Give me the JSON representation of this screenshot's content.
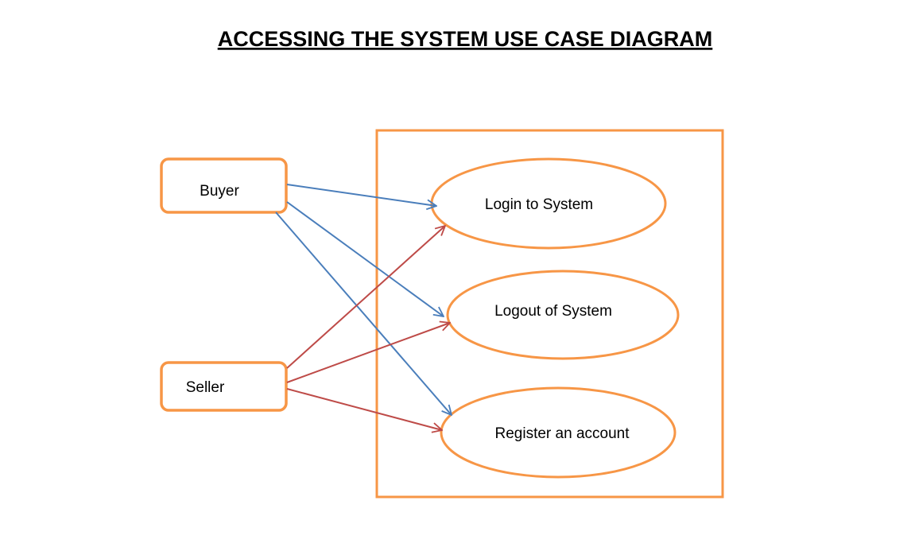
{
  "title": "ACCESSING THE SYSTEM USE CASE DIAGRAM",
  "actors": [
    {
      "id": "buyer",
      "label": "Buyer"
    },
    {
      "id": "seller",
      "label": "Seller"
    }
  ],
  "use_cases": [
    {
      "id": "login",
      "label": "Login to System"
    },
    {
      "id": "logout",
      "label": "Logout of System"
    },
    {
      "id": "register",
      "label": "Register an account"
    }
  ],
  "associations": [
    {
      "from": "buyer",
      "to": "login"
    },
    {
      "from": "buyer",
      "to": "logout"
    },
    {
      "from": "buyer",
      "to": "register"
    },
    {
      "from": "seller",
      "to": "login"
    },
    {
      "from": "seller",
      "to": "logout"
    },
    {
      "from": "seller",
      "to": "register"
    }
  ],
  "colors": {
    "shape_stroke": "#f79646",
    "buyer_arrow": "#4a7ebb",
    "seller_arrow": "#be4b48"
  }
}
